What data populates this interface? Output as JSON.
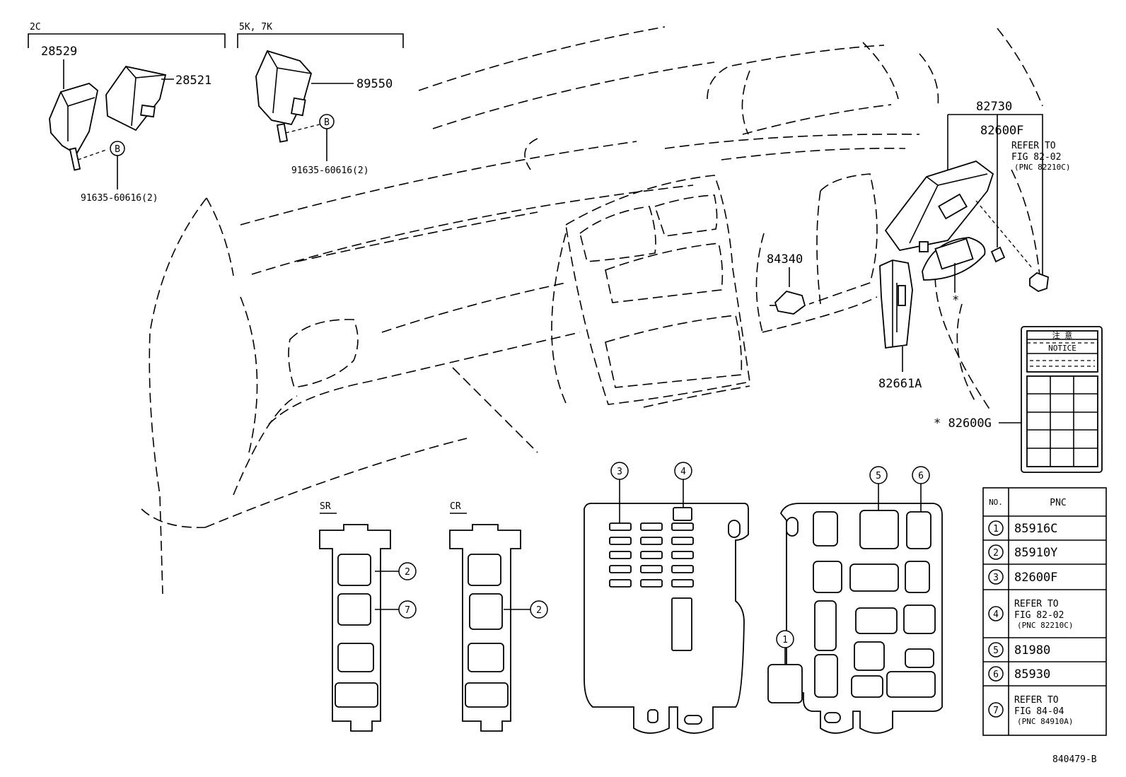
{
  "groups": {
    "left_header": "2C",
    "mid_header": "5K, 7K"
  },
  "callouts": {
    "p28529": "28529",
    "p28521": "28521",
    "p89550": "89550",
    "bolt_left": "91635-60616(2)",
    "bolt_mid": "91635-60616(2)",
    "p84340": "84340",
    "p82730": "82730",
    "p82600F": "82600F",
    "p82661A": "82661A",
    "p82600G": "* 82600G",
    "asterisk": "*",
    "refer_line1": "REFER TO",
    "refer_line2": "FIG 82-02",
    "refer_line3": "(PNC 82210C)",
    "circle_b": "B"
  },
  "sr_label": "SR",
  "cr_label": "CR",
  "notice": {
    "title": "注 意",
    "word": "NOTICE"
  },
  "circle_numbers": [
    "1",
    "2",
    "3",
    "4",
    "5",
    "6",
    "7"
  ],
  "pnc_table": {
    "header_no": "NO.",
    "header_pnc": "PNC",
    "rows": [
      {
        "no": "1",
        "pnc": "85916C"
      },
      {
        "no": "2",
        "pnc": "85910Y"
      },
      {
        "no": "3",
        "pnc": "82600F"
      },
      {
        "no": "4",
        "pnc": "REFER TO",
        "pnc2": "FIG 82-02",
        "pnc3": "(PNC 82210C)"
      },
      {
        "no": "5",
        "pnc": "81980"
      },
      {
        "no": "6",
        "pnc": "85930"
      },
      {
        "no": "7",
        "pnc": "REFER TO",
        "pnc2": "FIG 84-04",
        "pnc3": "(PNC 84910A)"
      }
    ]
  },
  "figure_id": "840479-B"
}
